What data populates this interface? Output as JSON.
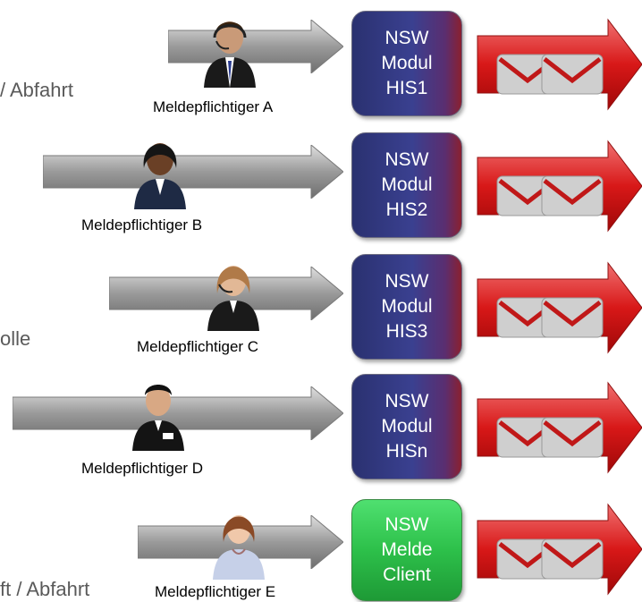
{
  "left_fragments": [
    "/ Abfahrt",
    "olle",
    "ft / Abfahrt"
  ],
  "rows": [
    {
      "person": "Meldepflichtiger A",
      "module_lines": [
        "NSW",
        "Modul",
        "HIS1"
      ],
      "module_color": "#343b80"
    },
    {
      "person": "Meldepflichtiger B",
      "module_lines": [
        "NSW",
        "Modul",
        "HIS2"
      ],
      "module_color": "#343b80"
    },
    {
      "person": "Meldepflichtiger C",
      "module_lines": [
        "NSW",
        "Modul",
        "HIS3"
      ],
      "module_color": "#343b80"
    },
    {
      "person": "Meldepflichtiger D",
      "module_lines": [
        "NSW",
        "Modul",
        "HISn"
      ],
      "module_color": "#343b80"
    },
    {
      "person": "Meldepflichtiger E",
      "module_lines": [
        "NSW",
        "Melde",
        "Client"
      ],
      "module_color": "#2dc04a"
    }
  ],
  "colors": {
    "arrow_gray": "#9a9a9a",
    "arrow_red": "#d81818",
    "envelope": "#c8c8c8"
  }
}
